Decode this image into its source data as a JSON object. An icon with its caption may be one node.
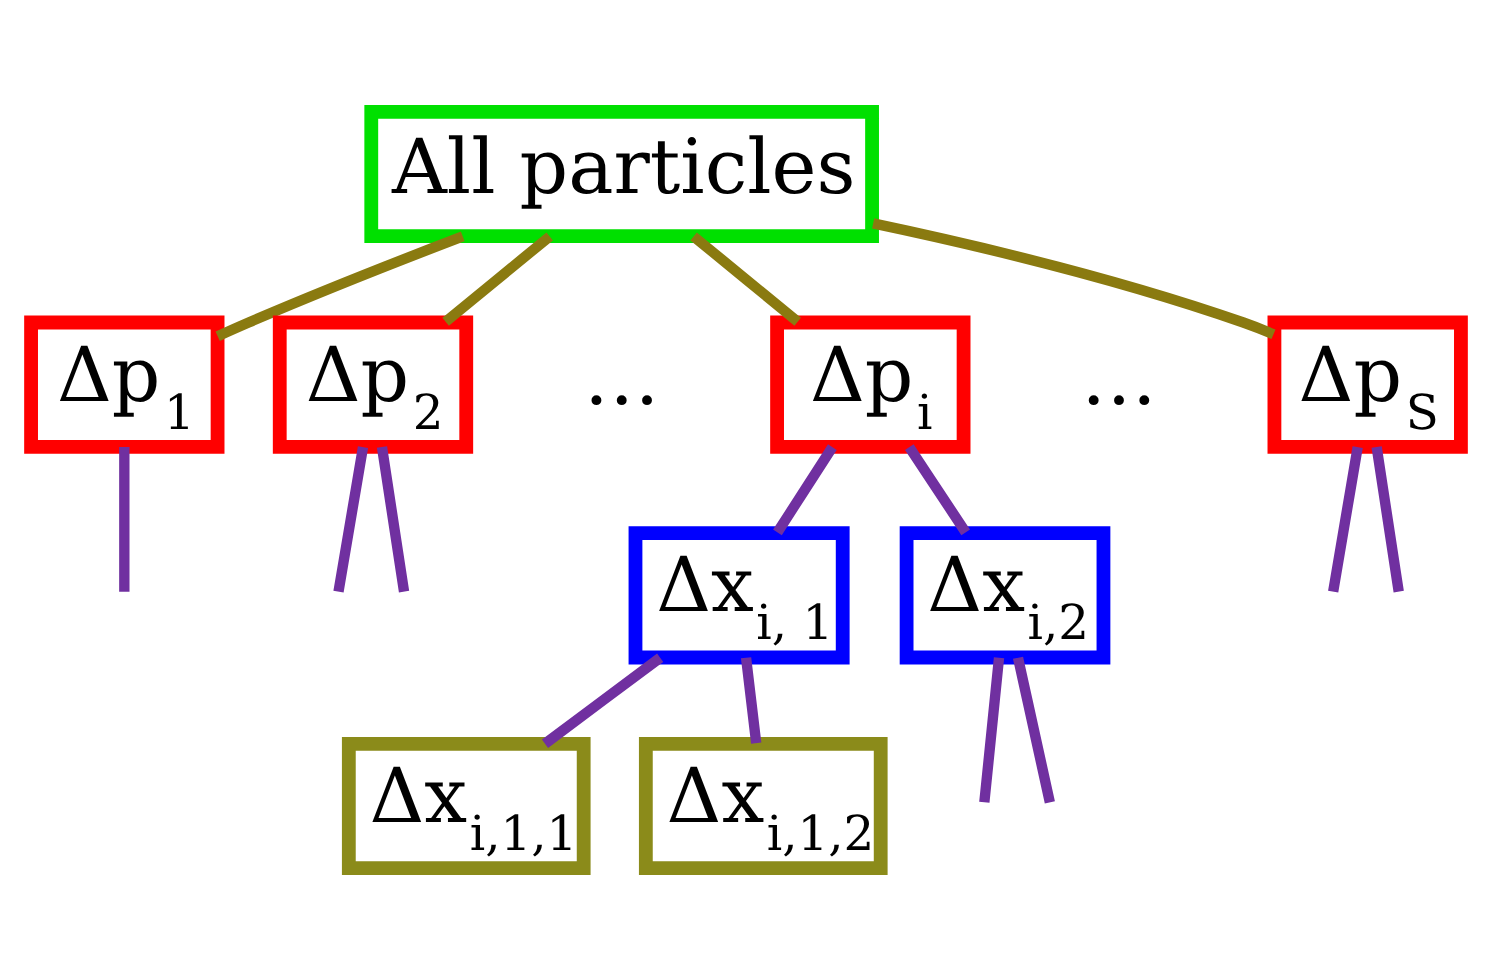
{
  "diagram": {
    "nodes": [
      {
        "text": [
          "All particles"
        ]
      },
      {
        "text": [
          "Δp$_{1}$"
        ]
      },
      {
        "text": [
          "Δp$_{2}$"
        ]
      },
      {
        "text": [
          "Δp$_{i}$"
        ]
      },
      {
        "text": [
          "Δp$_{S}$"
        ]
      },
      {
        "text": [
          "Δx$_{i, 1}$"
        ]
      },
      {
        "text": [
          "Δx$_{i,2}$"
        ]
      },
      {
        "text": [
          "Δx$_{i,1,1}$"
        ]
      },
      {
        "text": [
          "Δx$_{i,1,2}$"
        ]
      }
    ],
    "edges": [
      {
        "from": 0,
        "to": 1,
        "arrow": "none",
        "color": "#8a7a10"
      },
      {
        "from": 0,
        "to": 2,
        "arrow": "none",
        "color": "#8a7a10"
      },
      {
        "from": 0,
        "to": 3,
        "arrow": "none",
        "color": "#8a7a10"
      },
      {
        "from": 0,
        "to": 4,
        "arrow": "none",
        "color": "#8a7a10"
      },
      {
        "from": 1,
        "to": null,
        "arrow": "none"
      },
      {
        "from": 2,
        "to": null,
        "arrow": "none"
      },
      {
        "from": 2,
        "to": null,
        "arrow": "none"
      },
      {
        "from": 3,
        "to": 5,
        "arrow": "none"
      },
      {
        "from": 3,
        "to": 6,
        "arrow": "none"
      },
      {
        "from": 4,
        "to": null,
        "arrow": "none"
      },
      {
        "from": 4,
        "to": null,
        "arrow": "none"
      },
      {
        "from": 5,
        "to": 7,
        "arrow": "none"
      },
      {
        "from": 5,
        "to": 8,
        "arrow": "none"
      },
      {
        "from": 6,
        "to": null,
        "arrow": "none"
      },
      {
        "from": 6,
        "to": null,
        "arrow": "none"
      }
    ],
    "labels": [
      "…",
      "…"
    ]
  }
}
